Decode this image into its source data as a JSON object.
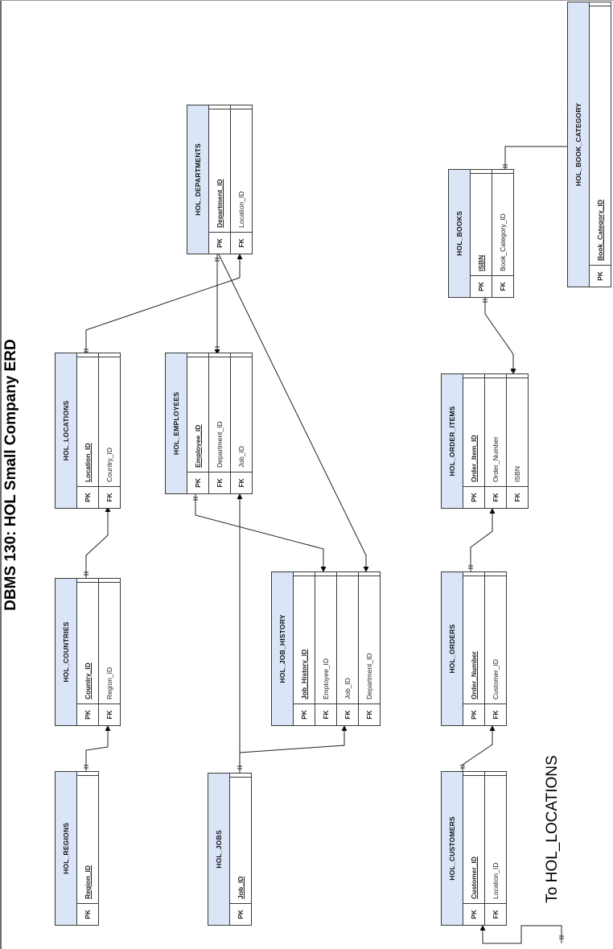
{
  "title": "DBMS 130: HOL Small Company ERD",
  "note": "To HOL_LOCATIONS",
  "entities": {
    "book_category": {
      "name": "HOL_BOOK_CATEGORY",
      "pk_key": "PK",
      "pk": "Book_Category_ID"
    },
    "departments": {
      "name": "HOL_DEPARTMENTS",
      "pk_key": "PK",
      "pk": "Department_ID",
      "fk1_key": "FK",
      "fk1": "Location_ID"
    },
    "books": {
      "name": "HOL_BOOKS",
      "pk_key": "PK",
      "pk": "ISBN",
      "fk1_key": "FK",
      "fk1": "Book_Category_ID"
    },
    "locations": {
      "name": "HOL_LOCATIONS",
      "pk_key": "PK",
      "pk": "Location_ID",
      "fk1_key": "FK",
      "fk1": "Country_ID"
    },
    "employees": {
      "name": "HOL_EMPLOYEES",
      "pk_key": "PK",
      "pk": "Employee_ID",
      "fk1_key": "FK",
      "fk1": "Department_ID",
      "fk2_key": "FK",
      "fk2": "Job_ID"
    },
    "order_items": {
      "name": "HOL_ORDER_ITEMS",
      "pk_key": "PK",
      "pk": "Order_Item_ID",
      "fk1_key": "FK",
      "fk1": "Order_Number",
      "fk2_key": "FK",
      "fk2": "ISBN"
    },
    "countries": {
      "name": "HOL_COUNTRIES",
      "pk_key": "PK",
      "pk": "Country_ID",
      "fk1_key": "FK",
      "fk1": "Region_ID"
    },
    "job_history": {
      "name": "HOL_JOB_HISTORY",
      "pk_key": "PK",
      "pk": "Job_History_ID",
      "fk1_key": "FK",
      "fk1": "Employee_ID",
      "fk2_key": "FK",
      "fk2": "Job_ID",
      "fk3_key": "FK",
      "fk3": "Department_ID"
    },
    "orders": {
      "name": "HOL_ORDERS",
      "pk_key": "PK",
      "pk": "Order_Number",
      "fk1_key": "FK",
      "fk1": "Customer_ID"
    },
    "regions": {
      "name": "HOL_REGIONS",
      "pk_key": "PK",
      "pk": "Region_ID"
    },
    "jobs": {
      "name": "HOL_JOBS",
      "pk_key": "PK",
      "pk": "Job_ID"
    },
    "customers": {
      "name": "HOL_CUSTOMERS",
      "pk_key": "PK",
      "pk": "Customer_ID",
      "fk1_key": "FK",
      "fk1": "Location_ID"
    }
  }
}
